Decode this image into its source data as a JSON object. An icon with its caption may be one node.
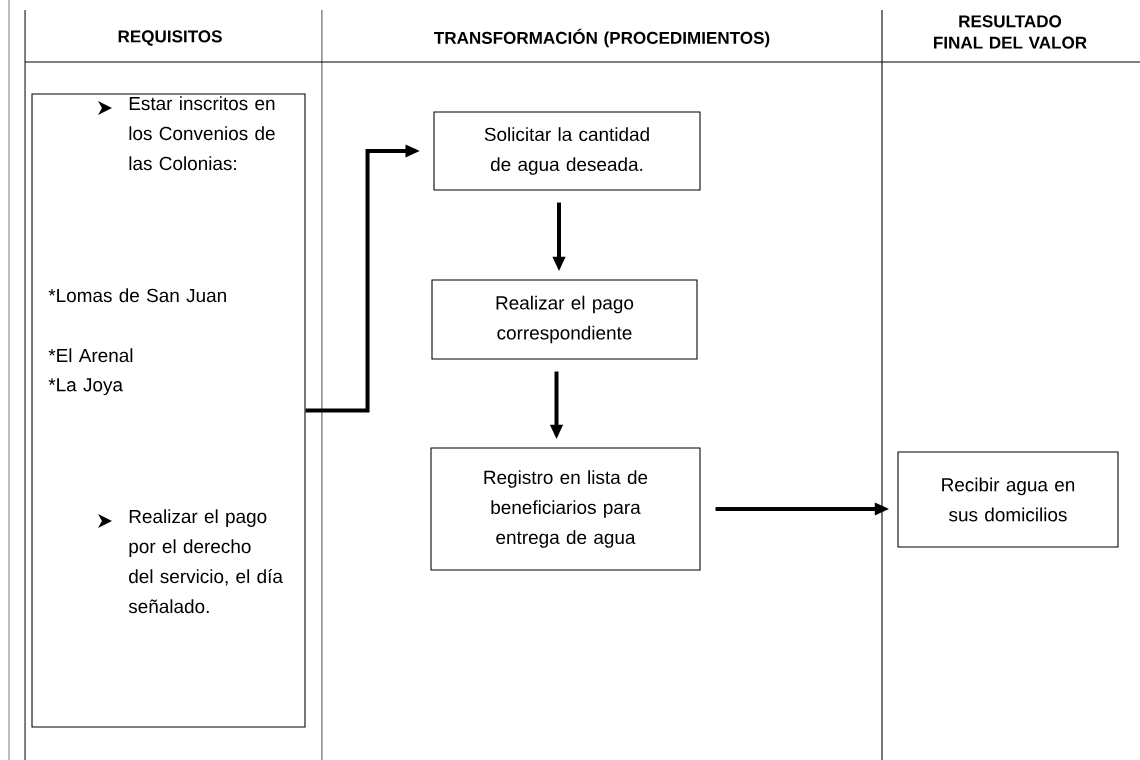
{
  "diagram": {
    "nodes": [
      {
        "text": [
          "Estar inscritos en los Convenios de las Colonias:",
          "*Lomas de San Juan",
          "*El Arenal",
          "*La Joya",
          "Realizar el pago por el derecho del servicio, el día señalado."
        ]
      },
      {
        "text": [
          "Solicitar la cantidad de agua deseada."
        ]
      },
      {
        "text": [
          "Realizar el pago correspondiente"
        ]
      },
      {
        "text": [
          "Registro en lista de beneficiarios para entrega de agua"
        ]
      },
      {
        "text": [
          "Recibir agua en sus domicilios"
        ]
      }
    ],
    "edges": [
      {
        "from": 0,
        "to": 1,
        "arrow": "to"
      },
      {
        "from": 1,
        "to": 2,
        "arrow": "to"
      },
      {
        "from": 2,
        "to": 3,
        "arrow": "to"
      },
      {
        "from": 3,
        "to": 4,
        "arrow": "to"
      }
    ],
    "labels": [
      "REQUISITOS",
      "TRANSFORMACIÓN (PROCEDIMIENTOS)",
      "RESULTADO FINAL DEL VALOR"
    ]
  }
}
